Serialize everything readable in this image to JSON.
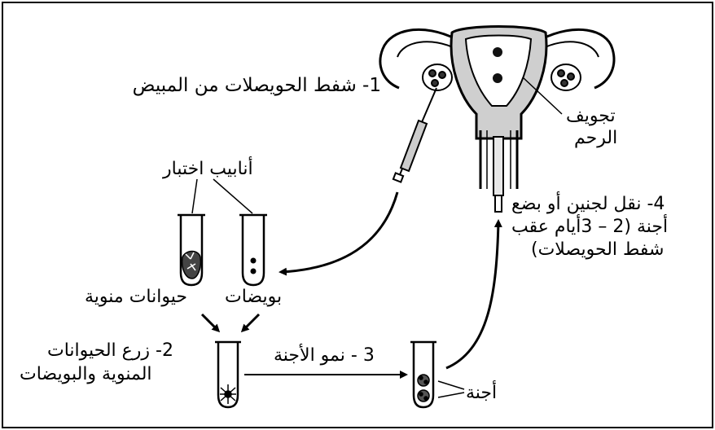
{
  "step1": {
    "label": "1- شفط الحويصلات من المبيض"
  },
  "uterus": {
    "cavity_line1": "تجويف",
    "cavity_line2": "الرحم"
  },
  "tubes": {
    "title": "أنابيب اختبار",
    "sperm": "حيوانات منوية",
    "eggs": "بويضات"
  },
  "step2": {
    "line1": "2- زرع الحيوانات",
    "line2": "المنوية والبويضات"
  },
  "step3": {
    "label": "3 - نمو الأجنة"
  },
  "embryos": {
    "label": "أجنة"
  },
  "step4": {
    "line1": "4- نقل لجنين أو بضع",
    "line2": "أجنة (2 – 3أيام عقب",
    "line3": "شفط الحويصلات)"
  }
}
